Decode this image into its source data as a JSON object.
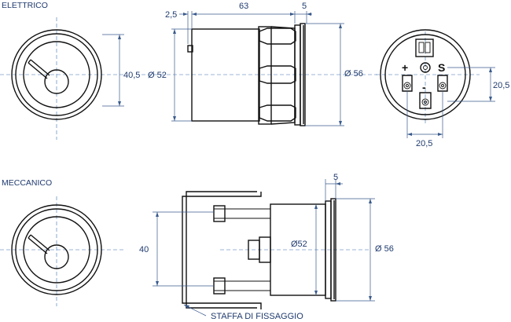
{
  "sections": {
    "electric": "ELETTRICO",
    "mechanical": "MECCANICO"
  },
  "dimensions": {
    "electric_front_height": "40,5",
    "electric_side_body_dia": "Ø 52",
    "electric_side_total_dia": "Ø 56",
    "electric_side_length": "63",
    "electric_side_offset": "2,5",
    "electric_side_bezel": "5",
    "terminal_vertical": "20,5",
    "terminal_horizontal": "20,5",
    "mechanical_side_height": "40",
    "mechanical_body_dia": "Ø52",
    "mechanical_total_dia": "Ø 56",
    "mechanical_bezel": "5"
  },
  "terminals": {
    "plus": "+",
    "minus": "-",
    "signal": "S"
  },
  "callouts": {
    "bracket": "STAFFA DI FISSAGGIO"
  },
  "colors": {
    "annotation": "#1f3a6e",
    "centerline": "#3a6fb0",
    "outline": "#111111"
  }
}
